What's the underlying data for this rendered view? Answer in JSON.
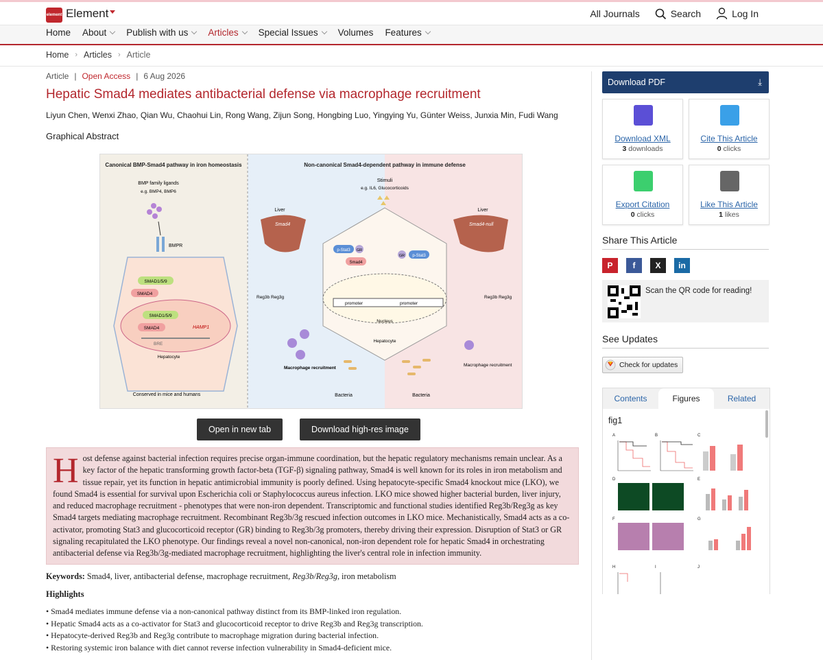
{
  "header": {
    "brand": "Element",
    "logo_text": "element",
    "top_links": [
      "All Journals",
      "Search",
      "Log In"
    ]
  },
  "nav": [
    {
      "label": "Home",
      "dropdown": false,
      "active": false
    },
    {
      "label": "About",
      "dropdown": true,
      "active": false
    },
    {
      "label": "Publish with us",
      "dropdown": true,
      "active": false
    },
    {
      "label": "Articles",
      "dropdown": true,
      "active": true
    },
    {
      "label": "Special Issues",
      "dropdown": true,
      "active": false
    },
    {
      "label": "Volumes",
      "dropdown": false,
      "active": false
    },
    {
      "label": "Features",
      "dropdown": true,
      "active": false
    }
  ],
  "breadcrumb": [
    "Home",
    "Articles",
    "Article"
  ],
  "article": {
    "type": "Article",
    "access": "Open Access",
    "date": "6 Aug 2026",
    "title": "Hepatic Smad4 mediates antibacterial defense via macrophage recruitment",
    "authors": "Liyun Chen, Wenxi Zhao, Qian Wu, Chaohui Lin, Rong Wang, Zijun Song, Hongbing Luo, Yingying Yu, Günter Weiss, Junxia Min, Fudi Wang",
    "graphical_abstract_heading": "Graphical Abstract",
    "open_tab_label": "Open in new tab",
    "download_hires_label": "Download high-res image",
    "abstract_dropcap": "H",
    "abstract_rest": "ost defense against bacterial infection requires precise organ-immune coordination, but the hepatic regulatory mechanisms remain unclear. As a key factor of the hepatic transforming growth factor-beta (TGF-β) signaling pathway, Smad4 is well known for its roles in iron metabolism and tissue repair, yet its function in hepatic antimicrobial immunity is poorly defined. Using hepatocyte-specific Smad4 knockout mice (LKO), we found Smad4 is essential for survival upon Escherichia coli or Staphylococcus aureus infection. LKO mice showed higher bacterial burden, liver injury, and reduced macrophage recruitment - phenotypes that were non-iron dependent. Transcriptomic and functional studies identified Reg3b/Reg3g as key Smad4 targets mediating macrophage recruitment. Recombinant Reg3b/3g rescued infection outcomes in LKO mice. Mechanistically, Smad4 acts as a co-activator, promoting Stat3 and glucocorticoid receptor (GR) binding to Reg3b/3g promoters, thereby driving their expression. Disruption of Stat3 or GR signaling recapitulated the LKO phenotype. Our findings reveal a novel non-canonical, non-iron dependent role for hepatic Smad4 in orchestrating antibacterial defense via Reg3b/3g-mediated macrophage recruitment, highlighting the liver's central role in infection immunity.",
    "keywords_label": "Keywords:",
    "keywords_a": "Smad4, liver, antibacterial defense, macrophage recruitment,",
    "keywords_b": "Reg3b/Reg3g",
    "keywords_c": ", iron metabolism",
    "highlights_heading": "Highlights",
    "highlights": [
      "• Smad4 mediates immune defense via a non-canonical pathway distinct from its BMP-linked iron regulation.",
      "• Hepatic Smad4 acts as a co-activator for Stat3 and glucocorticoid receptor to drive Reg3b and Reg3g transcription.",
      "• Hepatocyte-derived Reg3b and Reg3g contribute to macrophage migration during bacterial infection.",
      "• Restoring systemic iron balance with diet cannot reverse infection vulnerability in Smad4-deficient mice."
    ]
  },
  "figure_text": {
    "left_title": "Canonical BMP-Smad4 pathway in iron homeostasis",
    "right_title": "Non-canonical Smad4-dependent pathway in immune defense",
    "bmp_ligands": "BMP family ligands",
    "bmp_eg": "e.g. BMP4, BMP6",
    "bmpr": "BMPR",
    "smad159": "SMAD1/5/9",
    "smad4": "SMAD4",
    "hamp1": "HAMP1",
    "bre": "BRE",
    "hepatocyte": "Hepatocyte",
    "conserved": "Conserved in mice and humans",
    "stimuli": "Stimuli",
    "stimuli_eg": "e.g. IL6, Glucocorticoids",
    "liver": "Liver",
    "smad4_liver": "Smad4",
    "smad4_null": "Smad4-null",
    "reg3": "Reg3b Reg3g",
    "pstat3": "p-Stat3",
    "gr": "GR",
    "smad4_small": "Smad4",
    "promoter": "promoter",
    "nucleus": "Nucleus",
    "macrophage": "Macrophage recruitment",
    "bacteria": "Bacteria"
  },
  "sidebar": {
    "download_pdf": "Download PDF",
    "cards": [
      {
        "label": "Download XML",
        "count": "3",
        "unit": "downloads",
        "icon": "xml-file-icon",
        "color": "#5b4fd6"
      },
      {
        "label": "Cite This Article",
        "count": "0",
        "unit": "clicks",
        "icon": "quote-icon",
        "color": "#3aa0e8"
      },
      {
        "label": "Export Citation",
        "count": "0",
        "unit": "clicks",
        "icon": "export-icon",
        "color": "#3ccf6e"
      },
      {
        "label": "Like This Article",
        "count": "1",
        "unit": "likes",
        "icon": "heart-icon",
        "color": "#666666"
      }
    ],
    "share_heading": "Share This Article",
    "qr_text": "Scan the QR code for reading!",
    "updates_heading": "See Updates",
    "check_updates": "Check for updates",
    "tabs": [
      "Contents",
      "Figures",
      "Related"
    ],
    "active_tab": "Figures",
    "fig_label": "fig1"
  },
  "colors": {
    "accent": "#b3272d",
    "pdf_button": "#1e3e6e",
    "link": "#2a64a8",
    "abstract_bg": "#f2dadc"
  }
}
